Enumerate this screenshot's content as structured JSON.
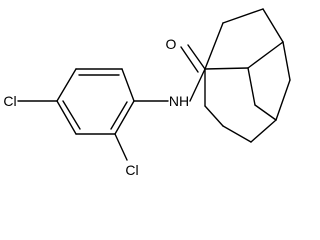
{
  "molecule": {
    "atoms": {
      "oxygen": "O",
      "nh": "NH",
      "cl_para": "Cl",
      "cl_ortho": "Cl"
    }
  }
}
